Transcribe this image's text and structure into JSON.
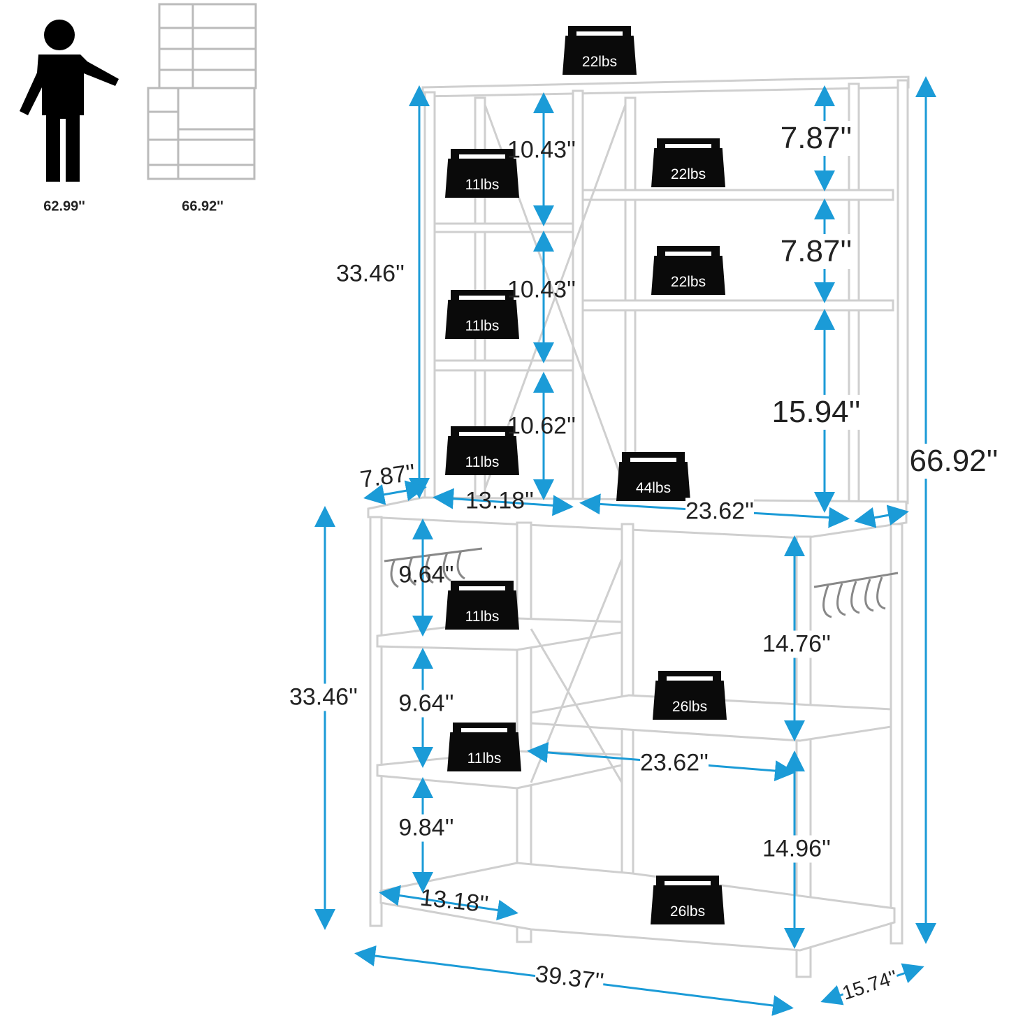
{
  "colors": {
    "dimension": "#1b9bd7",
    "frame": "#d9d9d9",
    "weight": "#0a0a0a"
  },
  "comparison": {
    "person_height": "62.99''",
    "shelf_height": "66.92''"
  },
  "weights": [
    "22lbs",
    "11lbs",
    "22lbs",
    "22lbs",
    "11lbs",
    "11lbs",
    "44lbs",
    "11lbs",
    "26lbs",
    "11lbs",
    "26lbs"
  ],
  "dimensions": {
    "upper_left_1": "10.43''",
    "upper_left_2": "10.43''",
    "upper_left_3": "10.62''",
    "upper_right_1": "7.87''",
    "upper_right_2": "7.87''",
    "upper_right_3": "15.94''",
    "upper_height": "33.46''",
    "total_height": "66.92''",
    "hutch_depth": "7.87''",
    "upper_left_width": "13.18''",
    "upper_right_width": "23.62''",
    "lower_height": "33.46''",
    "lower_left_1": "9.64''",
    "lower_left_2": "9.64''",
    "lower_left_3": "9.84''",
    "lower_right_1": "14.76''",
    "lower_right_width": "23.62''",
    "lower_right_2": "14.96''",
    "lower_left_width": "13.18''",
    "total_width": "39.37''",
    "total_depth": "15.74''"
  }
}
